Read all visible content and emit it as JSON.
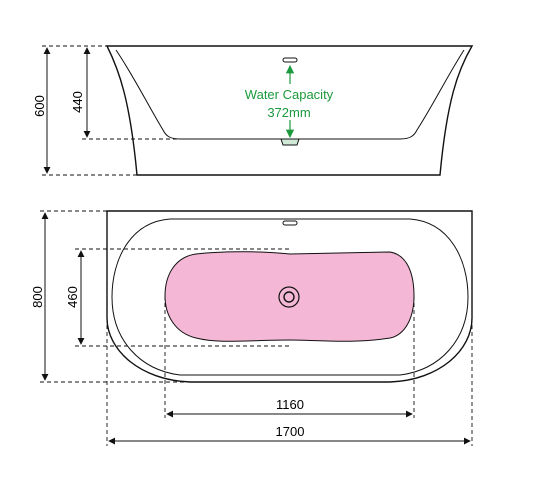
{
  "dimensions": {
    "total_height": "600",
    "inner_depth": "440",
    "total_width_plan": "800",
    "inner_width_plan": "460",
    "inner_length": "1160",
    "total_length": "1700"
  },
  "capacity": {
    "label": "Water Capacity",
    "value": "372mm"
  },
  "colors": {
    "line": "#111111",
    "water": "#f4b8d6",
    "capacity_text": "#1a9a3c"
  }
}
